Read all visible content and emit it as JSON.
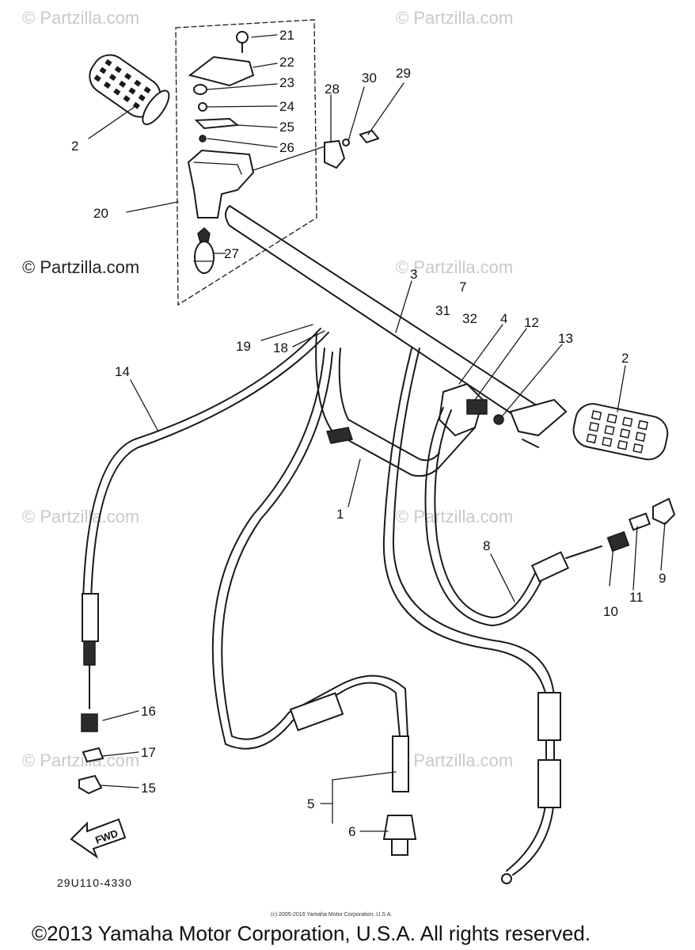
{
  "watermarks": {
    "text": "© Partzilla.com",
    "main": "© Partzilla.com"
  },
  "callouts": [
    "21",
    "22",
    "23",
    "24",
    "25",
    "26",
    "2",
    "20",
    "27",
    "28",
    "30",
    "29",
    "3",
    "7",
    "31",
    "32",
    "4",
    "12",
    "13",
    "2",
    "19",
    "18",
    "14",
    "1",
    "8",
    "10",
    "11",
    "9",
    "16",
    "17",
    "15",
    "5",
    "6"
  ],
  "diagram_code": "29U110-4330",
  "fwd_label": "FWD",
  "small_copyright": "(c) 2005-2016 Yamaha Motor Corporation, U.S.A.",
  "footer": "©2013 Yamaha Motor Corporation, U.S.A. All rights reserved."
}
